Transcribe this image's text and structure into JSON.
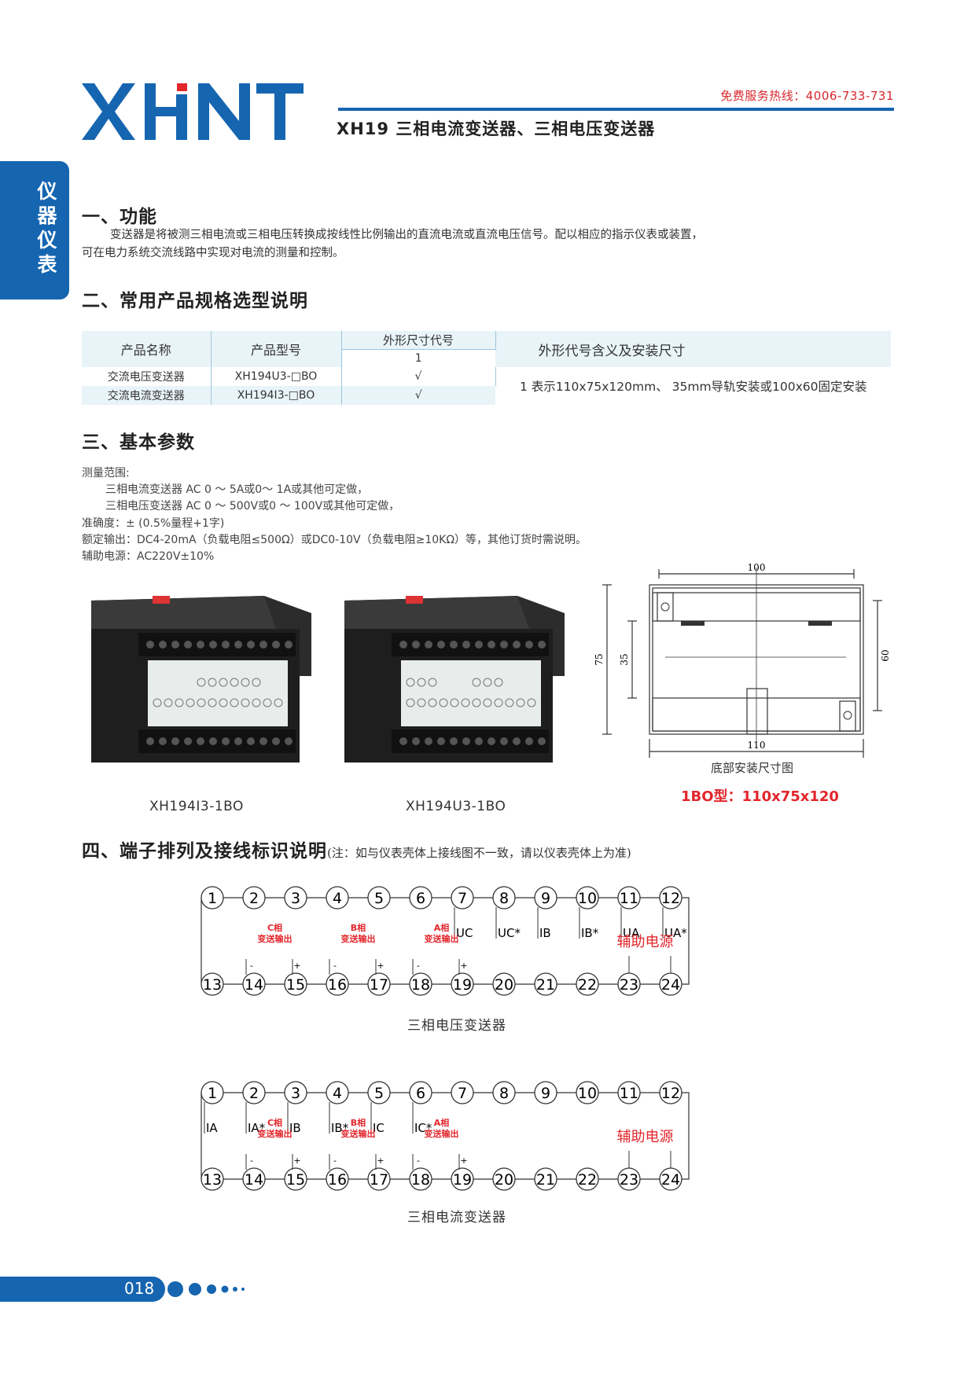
{
  "header": {
    "brand": "XHNT",
    "hotline": "免费服务热线：4006-733-731",
    "title": "XH19 三相电流变送器、三相电压变送器"
  },
  "side_tab": {
    "label": "仪器仪表"
  },
  "sections": {
    "function": {
      "heading": "一、功能",
      "line1": "变送器是将被测三相电流或三相电压转换成按线性比例输出的直流电流或直流电压信号。配以相应的指示仪表或装置，",
      "line2": "可在电力系统交流线路中实现对电流的测量和控制。"
    },
    "spec": {
      "heading": "二、常用产品规格选型说明",
      "table": {
        "col_name": "产品名称",
        "col_model": "产品型号",
        "col_code": "外形尺寸代号",
        "col_code_sub": "1",
        "col_desc": "外形代号含义及安装尺寸",
        "rows": [
          {
            "name": "交流电压变送器",
            "model": "XH194U3-□BO",
            "mark": "√"
          },
          {
            "name": "交流电流变送器",
            "model": "XH194I3-□BO",
            "mark": "√"
          }
        ],
        "desc": "1 表示110x75x120mm、   35mm导轨安装或100x60固定安装"
      }
    },
    "params": {
      "heading": "三、基本参数",
      "lines": [
        "测量范围:",
        "三相电流变送器 AC 0 ～ 5A或0～ 1A或其他可定做，",
        "三相电压变送器 AC 0 ～ 500V或0 ～ 100V或其他可定做，",
        "准确度：± (0.5%量程+1字)",
        "额定输出：DC4-20mA（负载电阻≤500Ω）或DC0-10V（负载电阻≥10KΩ）等，其他订货时需说明。",
        "辅助电源：AC220V±10%"
      ]
    },
    "products": {
      "caption_left": "XH194I3-1BO",
      "caption_right": "XH194U3-1BO",
      "drawing": {
        "dim_top": "100",
        "dim_bottom": "110",
        "dim_left": "75",
        "dim_inner": "35",
        "dim_right": "60",
        "caption": "底部安装尺寸图",
        "type_note": "1BO型：110x75x120"
      }
    },
    "terminals": {
      "heading": "四、端子排列及接线标识说明",
      "note": "(注：如与仪表壳体上接线图不一致，请以仪表壳体上为准)",
      "top_numbers": [
        "1",
        "2",
        "3",
        "4",
        "5",
        "6",
        "7",
        "8",
        "9",
        "10",
        "11",
        "12"
      ],
      "bottom_numbers": [
        "13",
        "14",
        "15",
        "16",
        "17",
        "18",
        "19",
        "20",
        "21",
        "22",
        "23",
        "24"
      ],
      "voltage": {
        "caption": "三相电压变送器",
        "top_labels": [
          "UC",
          "UC*",
          "IB",
          "IB*",
          "UA",
          "UA*"
        ],
        "outputs": [
          {
            "line1": "C相",
            "line2": "变送输出"
          },
          {
            "line1": "B相",
            "line2": "变送输出"
          },
          {
            "line1": "A相",
            "line2": "变送输出"
          }
        ],
        "aux": "辅助电源",
        "minus": "-",
        "plus": "+"
      },
      "current": {
        "caption": "三相电流变送器",
        "top_labels": [
          "IA",
          "IA*",
          "IB",
          "IB*",
          "IC",
          "IC*"
        ],
        "outputs": [
          {
            "line1": "C相",
            "line2": "变送输出"
          },
          {
            "line1": "B相",
            "line2": "变送输出"
          },
          {
            "line1": "A相",
            "line2": "变送输出"
          }
        ],
        "aux": "辅助电源",
        "minus": "-",
        "plus": "+"
      }
    }
  },
  "footer": {
    "page": "018"
  },
  "colors": {
    "brand_blue": "#1565b0",
    "accent_red": "#e2262c",
    "table_tint": "#e9f4f9"
  }
}
